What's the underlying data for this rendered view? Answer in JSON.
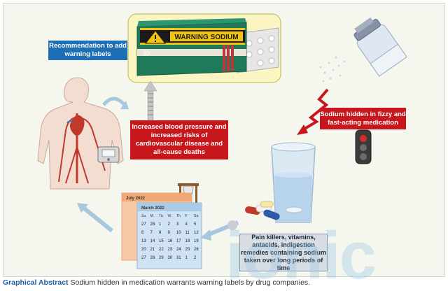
{
  "recommendation_box": "Recommendation to add warning labels",
  "bp_box": "Increased blood pressure and increased risks of cardiovascular disease and all-cause deaths",
  "sodium_box": "Sodium hidden in fizzy and fast-acting medication",
  "painkillers_box": "Pain killers, vitamins, antacids, indigestion remedies containing sodium taken over long periods of time",
  "warning_label": "WARNING SODIUM",
  "pack_count": "30",
  "calendar_back_title": "July 2022",
  "calendar_front_title": "March 2022",
  "calendar_weekdays": [
    "Su.",
    "M.",
    "Tu.",
    "W.",
    "Th.",
    "F.",
    "Sa."
  ],
  "calendar_days": [
    [
      "27",
      "28",
      "1",
      "2",
      "3",
      "4",
      "5"
    ],
    [
      "6",
      "7",
      "8",
      "9",
      "10",
      "11",
      "12"
    ],
    [
      "13",
      "14",
      "15",
      "16",
      "17",
      "18",
      "19"
    ],
    [
      "20",
      "21",
      "22",
      "23",
      "24",
      "25",
      "26"
    ],
    [
      "27",
      "28",
      "29",
      "30",
      "31",
      "1",
      "2"
    ]
  ],
  "caption_bold": "Graphical Abstract",
  "caption_text": "Sodium hidden in medication warrants warning labels by drug companies.",
  "watermark": "ionic",
  "colors": {
    "red": "#c8161d",
    "blue": "#1f6fb4",
    "pack_green": "#1f7a5a",
    "yellow_bg": "#fbf5c2"
  }
}
